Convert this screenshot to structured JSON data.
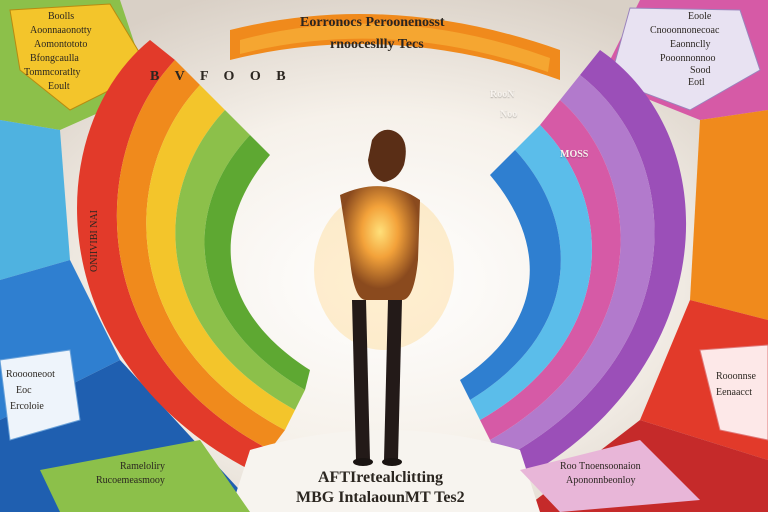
{
  "top_banner": {
    "line1": "Eorronocs Peroonenosst",
    "line2": "rnoocesllly Tecs"
  },
  "left_arc_letters": "B V F O      O    B",
  "left_arc_vertical": "ONIIVIBI NAI",
  "top_left_card": [
    "Boolls",
    "Aoonnaaonotty",
    "Aomontototo",
    "Bfongcaulla",
    "Tommcoratlty",
    "Eoult"
  ],
  "top_right_card": [
    "Eoole",
    "Cnooonnonecoac",
    "Eaonnclly",
    "Pooonnonnoo",
    "Sood",
    "Eotl"
  ],
  "right_labels": [
    "RooN",
    "Noo",
    "MOSS"
  ],
  "left_lower_card": [
    "Rooooneoot",
    "Eoc",
    "Ercoloie"
  ],
  "right_lower_card": [
    "Rooonnse",
    "Eenaacct"
  ],
  "bottom_left_card": [
    "Rameloliry",
    "Rucoemeasmooy"
  ],
  "bottom_right_card": [
    "Roo Tnoensoonaion",
    "Apononnbeonloy"
  ],
  "bottom_caption": {
    "line1": "AFTIretealclitting",
    "line2": "MBG IntalaounMT Tes2"
  },
  "colors": {
    "red": "#e23a2a",
    "orange": "#f08a1c",
    "yellow": "#f3c52b",
    "green": "#86b93a",
    "blue": "#2f7fd0",
    "cyan": "#38b6e6",
    "purple": "#9b4fb8",
    "pink": "#d65aa6"
  }
}
